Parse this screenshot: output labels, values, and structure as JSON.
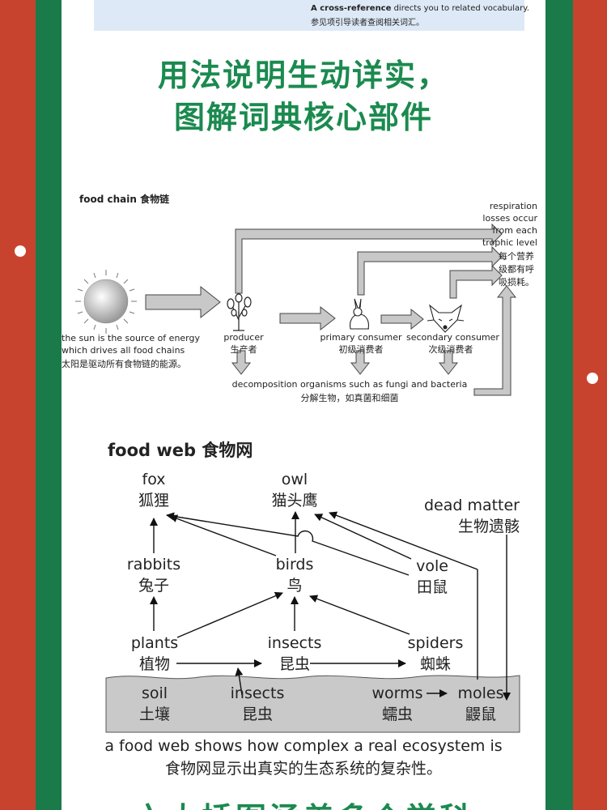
{
  "colors": {
    "red": "#c8432e",
    "green": "#1b7a4a",
    "headline": "#1b8a4f",
    "arrow_fill": "#bdbdbd",
    "soil": "#c9c9c9"
  },
  "top_box": {
    "line1_bold": "A cross-reference",
    "line1_rest": " directs you to related vocabulary.",
    "line2": "参见项引导读者查阅相关词汇。"
  },
  "headline": {
    "line1": "用法说明生动详实，",
    "line2": "图解词典核心部件"
  },
  "food_chain": {
    "title": "food chain 食物链",
    "sun_caption_en1": "the sun is the source of energy",
    "sun_caption_en2": "which drives all food chains",
    "sun_caption_zh": "太阳是驱动所有食物链的能源。",
    "producer_en": "producer",
    "producer_zh": "生产者",
    "primary_en": "primary consumer",
    "primary_zh": "初级消费者",
    "secondary_en": "secondary consumer",
    "secondary_zh": "次级消费者",
    "decomp_en": "decomposition organisms such as fungi and bacteria",
    "decomp_zh": "分解生物，如真菌和细菌",
    "resp_en": [
      "respiration",
      "losses occur",
      "from each",
      "trophic level"
    ],
    "resp_zh": [
      "每个营养",
      "级都有呼",
      "吸损耗。"
    ]
  },
  "food_web": {
    "title": "food web 食物网",
    "fox_en": "fox",
    "fox_zh": "狐狸",
    "owl_en": "owl",
    "owl_zh": "猫头鹰",
    "dead_en": "dead matter",
    "dead_zh": "生物遗骸",
    "rabbits_en": "rabbits",
    "rabbits_zh": "兔子",
    "birds_en": "birds",
    "birds_zh": "鸟",
    "vole_en": "vole",
    "vole_zh": "田鼠",
    "plants_en": "plants",
    "plants_zh": "植物",
    "insects_en": "insects",
    "insects_zh": "昆虫",
    "spiders_en": "spiders",
    "spiders_zh": "蜘蛛",
    "soil_en": "soil",
    "soil_zh": "土壤",
    "soil_insects_en": "insects",
    "soil_insects_zh": "昆虫",
    "worms_en": "worms",
    "worms_zh": "蠕虫",
    "moles_en": "moles",
    "moles_zh": "鼹鼠",
    "caption_en": "a food web shows how complex a real ecosystem is",
    "caption_zh": "食物网显示出真实的生态系统的复杂性。"
  },
  "bottom_headline": "六大插图涵盖多个学科"
}
